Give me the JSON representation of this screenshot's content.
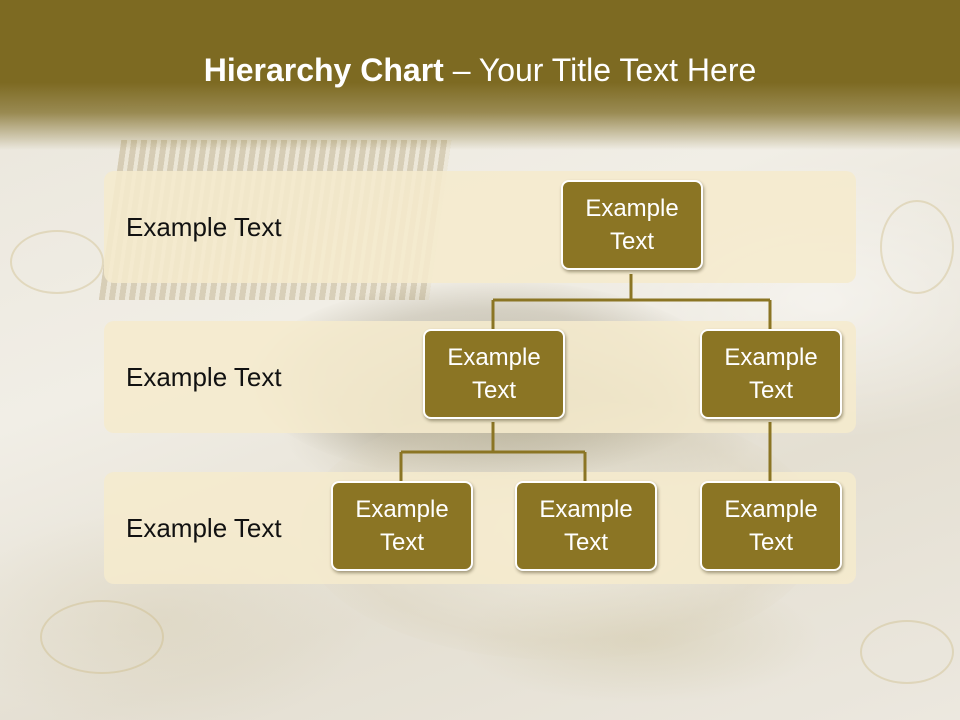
{
  "title": {
    "bold": "Hierarchy Chart",
    "rest": " – Your Title Text Here"
  },
  "levels": [
    {
      "label": "Example Text"
    },
    {
      "label": "Example Text"
    },
    {
      "label": "Example Text"
    }
  ],
  "nodes": {
    "root": "Example Text",
    "level2_left": "Example Text",
    "level2_right": "Example Text",
    "level3_a": "Example Text",
    "level3_b": "Example Text",
    "level3_c": "Example Text"
  },
  "colors": {
    "header": "#7d6a22",
    "node_fill": "#8b7524",
    "node_border": "#ffffff",
    "band_fill": "#f5ebcd",
    "connector": "#8b7524"
  }
}
